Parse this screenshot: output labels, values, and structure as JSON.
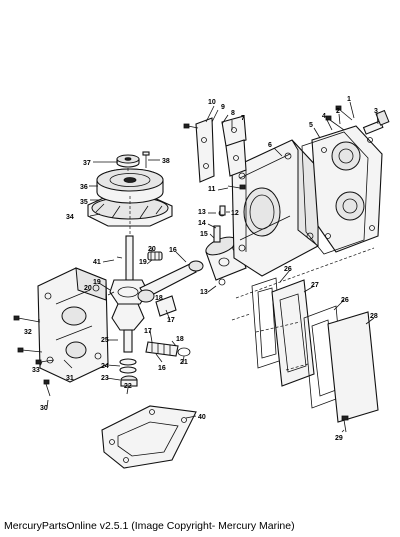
{
  "caption": "MercuryPartsOnline v2.5.1 (Image Copyright- Mercury Marine)",
  "callouts": [
    {
      "id": "c1",
      "text": "1"
    },
    {
      "id": "c2",
      "text": "2"
    },
    {
      "id": "c3",
      "text": "3"
    },
    {
      "id": "c4",
      "text": "4"
    },
    {
      "id": "c5",
      "text": "5"
    },
    {
      "id": "c6",
      "text": "6"
    },
    {
      "id": "c7",
      "text": "7"
    },
    {
      "id": "c8",
      "text": "8"
    },
    {
      "id": "c9",
      "text": "9"
    },
    {
      "id": "c10",
      "text": "10"
    },
    {
      "id": "c11",
      "text": "11"
    },
    {
      "id": "c12",
      "text": "12"
    },
    {
      "id": "c13a",
      "text": "13"
    },
    {
      "id": "c13b",
      "text": "13"
    },
    {
      "id": "c14",
      "text": "14"
    },
    {
      "id": "c15",
      "text": "15"
    },
    {
      "id": "c16a",
      "text": "16"
    },
    {
      "id": "c16b",
      "text": "16"
    },
    {
      "id": "c17a",
      "text": "17"
    },
    {
      "id": "c17b",
      "text": "17"
    },
    {
      "id": "c18a",
      "text": "18"
    },
    {
      "id": "c18b",
      "text": "18"
    },
    {
      "id": "c19a",
      "text": "19"
    },
    {
      "id": "c19b",
      "text": "19"
    },
    {
      "id": "c20a",
      "text": "20"
    },
    {
      "id": "c20b",
      "text": "20"
    },
    {
      "id": "c21",
      "text": "21"
    },
    {
      "id": "c22",
      "text": "22"
    },
    {
      "id": "c23",
      "text": "23"
    },
    {
      "id": "c24",
      "text": "24"
    },
    {
      "id": "c25",
      "text": "25"
    },
    {
      "id": "c26a",
      "text": "26"
    },
    {
      "id": "c26b",
      "text": "26"
    },
    {
      "id": "c27",
      "text": "27"
    },
    {
      "id": "c28",
      "text": "28"
    },
    {
      "id": "c29",
      "text": "29"
    },
    {
      "id": "c30",
      "text": "30"
    },
    {
      "id": "c31",
      "text": "31"
    },
    {
      "id": "c32",
      "text": "32"
    },
    {
      "id": "c33",
      "text": "33"
    },
    {
      "id": "c34",
      "text": "34"
    },
    {
      "id": "c35",
      "text": "35"
    },
    {
      "id": "c36",
      "text": "36"
    },
    {
      "id": "c37",
      "text": "37"
    },
    {
      "id": "c38",
      "text": "38"
    },
    {
      "id": "c40",
      "text": "40"
    },
    {
      "id": "c41",
      "text": "41"
    }
  ]
}
